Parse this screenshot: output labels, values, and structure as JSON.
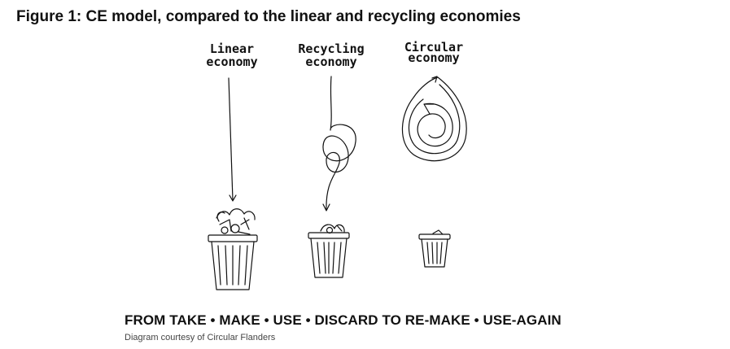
{
  "figure": {
    "title": "Figure 1: CE model, compared to the linear and recycling economies",
    "tagline": "FROM TAKE • MAKE • USE • DISCARD TO RE-MAKE • USE-AGAIN",
    "credit": "Diagram courtesy of Circular Flanders"
  },
  "columns": [
    {
      "line1": "Linear",
      "line2": "economy"
    },
    {
      "line1": "Recycling",
      "line2": "economy"
    },
    {
      "line1": "Circular",
      "line2": "economy"
    }
  ],
  "colors": {
    "ink": "#111111",
    "credit": "#444444",
    "background": "#ffffff"
  }
}
